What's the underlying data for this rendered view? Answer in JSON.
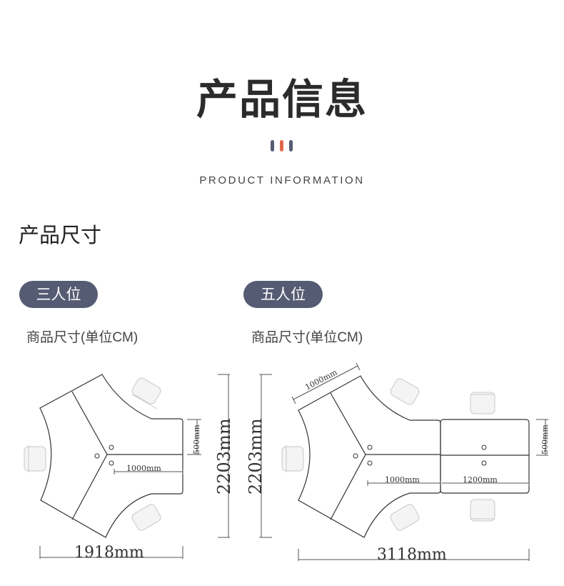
{
  "header": {
    "title": "产品信息",
    "subtitle": "PRODUCT INFORMATION",
    "bar_colors": [
      "#555b72",
      "#e0674a",
      "#555b72"
    ]
  },
  "section_title": "产品尺寸",
  "products": [
    {
      "label": "三人位",
      "note": "商品尺寸(单位CM)",
      "dims": {
        "width": "1918mm",
        "height": "2203mm",
        "depth": "500mm",
        "desk": "1000mm"
      }
    },
    {
      "label": "五人位",
      "note": "商品尺寸(单位CM)",
      "dims": {
        "width": "3118mm",
        "height": "2203mm",
        "depth": "500mm",
        "desk": "1000mm",
        "extension": "1200mm",
        "side": "1000mm"
      }
    }
  ],
  "colors": {
    "accent": "#555b72",
    "highlight": "#e0674a",
    "line": "#333333"
  }
}
